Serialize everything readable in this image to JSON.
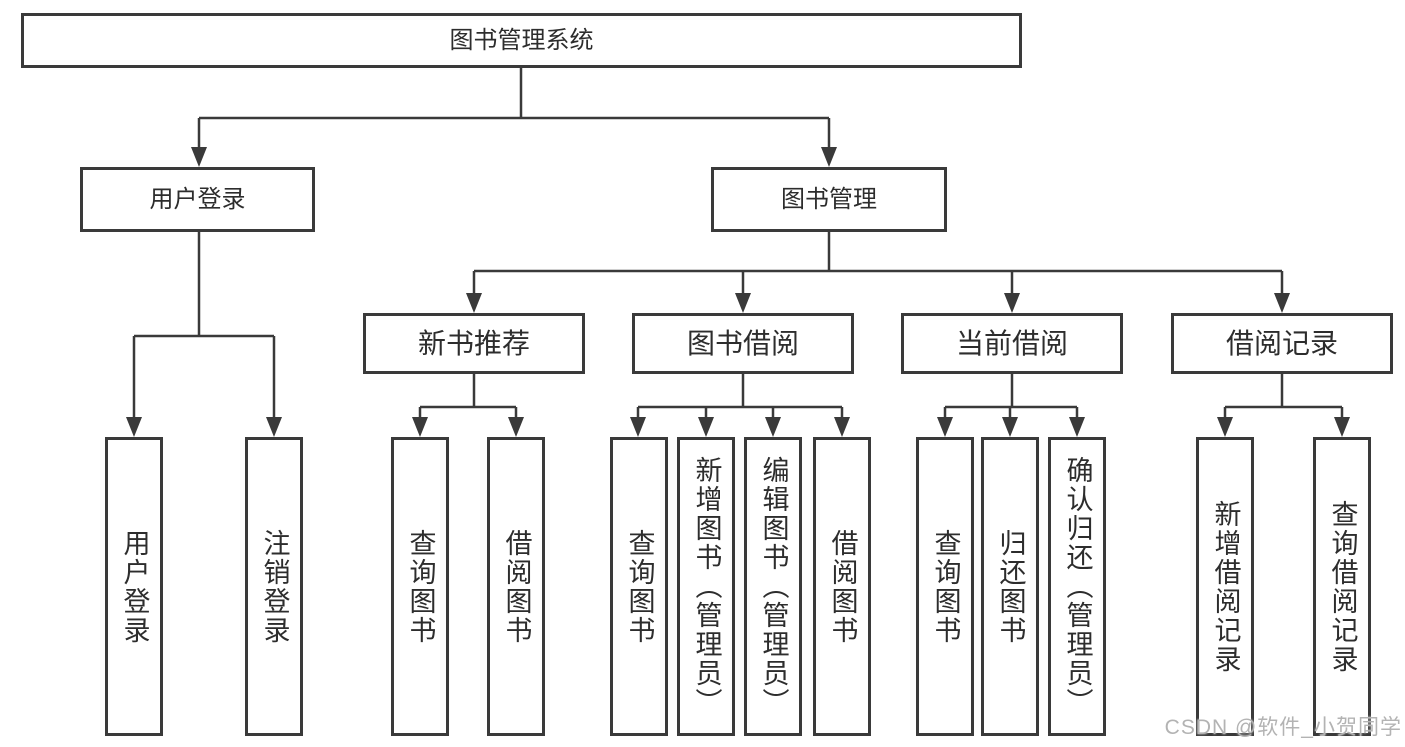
{
  "nodes": {
    "root": "图书管理系统",
    "user_login_branch": {
      "label": "用户登录",
      "leaves": [
        "用户登录",
        "注销登录"
      ]
    },
    "book_mgmt_branch": {
      "label": "图书管理",
      "sections": [
        {
          "label": "新书推荐",
          "leaves": [
            "查询图书",
            "借阅图书"
          ]
        },
        {
          "label": "图书借阅",
          "leaves": [
            "查询图书",
            "新增图书（管理员）",
            "编辑图书（管理员）",
            "借阅图书"
          ]
        },
        {
          "label": "当前借阅",
          "leaves": [
            "查询图书",
            "归还图书",
            "确认归还（管理员）"
          ]
        },
        {
          "label": "借阅记录",
          "leaves": [
            "新增借阅记录",
            "查询借阅记录"
          ]
        }
      ]
    }
  },
  "watermark": {
    "text": "CSDN @软件_小贺同学"
  },
  "colors": {
    "line": "#3a3a3a",
    "text": "#2d2d2d",
    "box_background": "#ffffff",
    "watermark": "#b3b3b3",
    "page_background": "#ffffff"
  }
}
